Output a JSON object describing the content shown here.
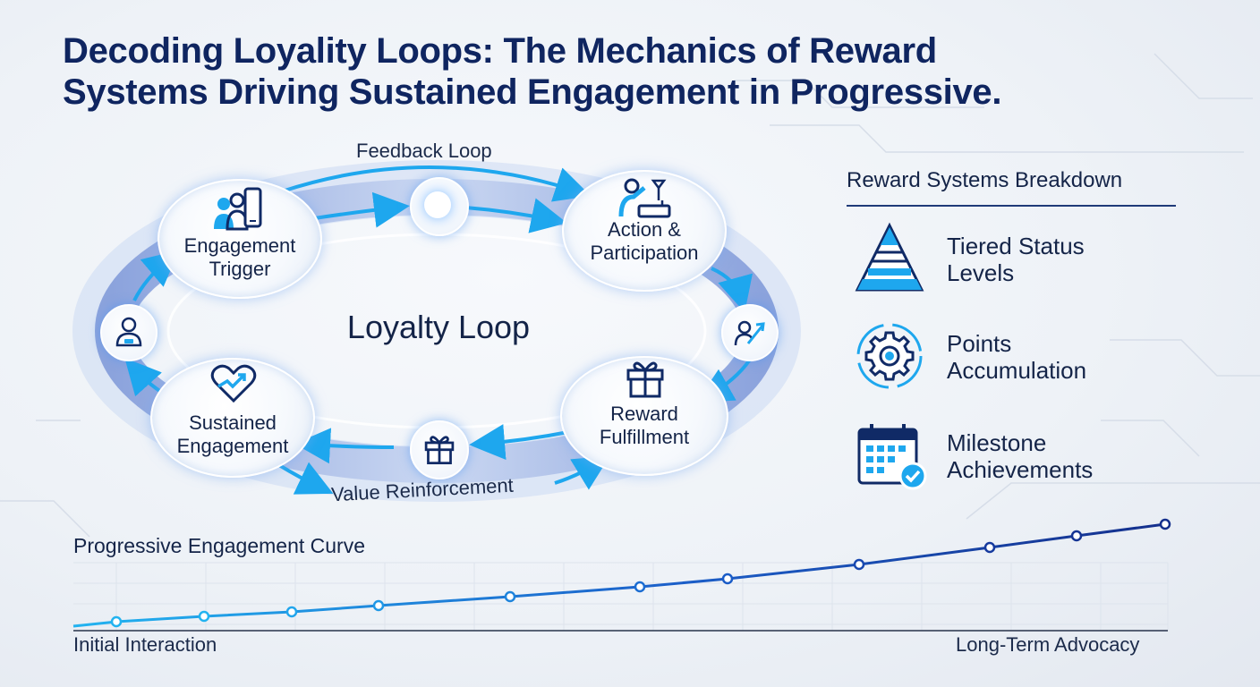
{
  "title": {
    "line1": "Decoding Loyality Loops: The Mechanics of Reward",
    "line2": "Systems Driving Sustained Engagement in Progressive."
  },
  "loop": {
    "center_label": "Loyalty Loop",
    "top_label": "Feedback Loop",
    "bottom_label": "Value Reinforcement",
    "nodes": {
      "engagement_trigger": {
        "line1": "Engagement",
        "line2": "Trigger",
        "icon": "user-phone-icon"
      },
      "action_participation": {
        "line1": "Action &",
        "line2": "Participation",
        "icon": "presenter-icon"
      },
      "reward_fulfillment": {
        "line1": "Reward",
        "line2": "Fulfillment",
        "icon": "gift-icon"
      },
      "sustained_engagement": {
        "line1": "Sustained",
        "line2": "Engagement",
        "icon": "heart-trend-icon"
      }
    },
    "mini_nodes": [
      "user-badge-icon",
      "user-growth-icon",
      "gift-icon",
      "glow-orb"
    ]
  },
  "panel": {
    "heading": "Reward Systems Breakdown",
    "items": [
      {
        "line1": "Tiered Status",
        "line2": "Levels",
        "icon": "pyramid-icon"
      },
      {
        "line1": "Points",
        "line2": "Accumulation",
        "icon": "gear-cycle-icon"
      },
      {
        "line1": "Milestone",
        "line2": "Achievements",
        "icon": "calendar-check-icon"
      }
    ]
  },
  "curve": {
    "title": "Progressive Engagement Curve",
    "start_label": "Initial Interaction",
    "end_label": "Long-Term Advocacy"
  },
  "colors": {
    "navy": "#0f2560",
    "accent": "#1ea7ee",
    "ring": "#8fa9e0",
    "line_dark": "#142f8c"
  }
}
